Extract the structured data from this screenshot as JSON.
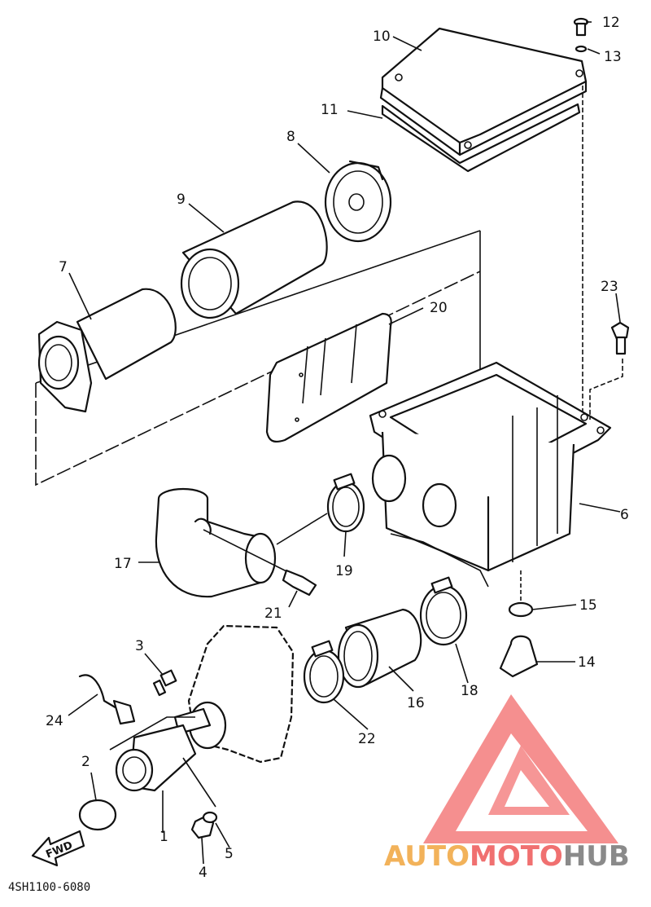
{
  "diagram": {
    "part_labels": [
      "1",
      "2",
      "3",
      "4",
      "5",
      "6",
      "7",
      "8",
      "9",
      "10",
      "11",
      "12",
      "13",
      "14",
      "15",
      "16",
      "17",
      "18",
      "19",
      "20",
      "21",
      "22",
      "23",
      "24"
    ],
    "diagram_code": "4SH1100-6080",
    "direction_marker": "FWD"
  },
  "watermark": {
    "auto": "AUTO",
    "moto": "MOTO",
    "hub": "HUB",
    "colors": {
      "logo": "#f26a6a",
      "auto": "#f2b25a",
      "moto": "#f07070",
      "hub": "#8a8a8a"
    }
  }
}
